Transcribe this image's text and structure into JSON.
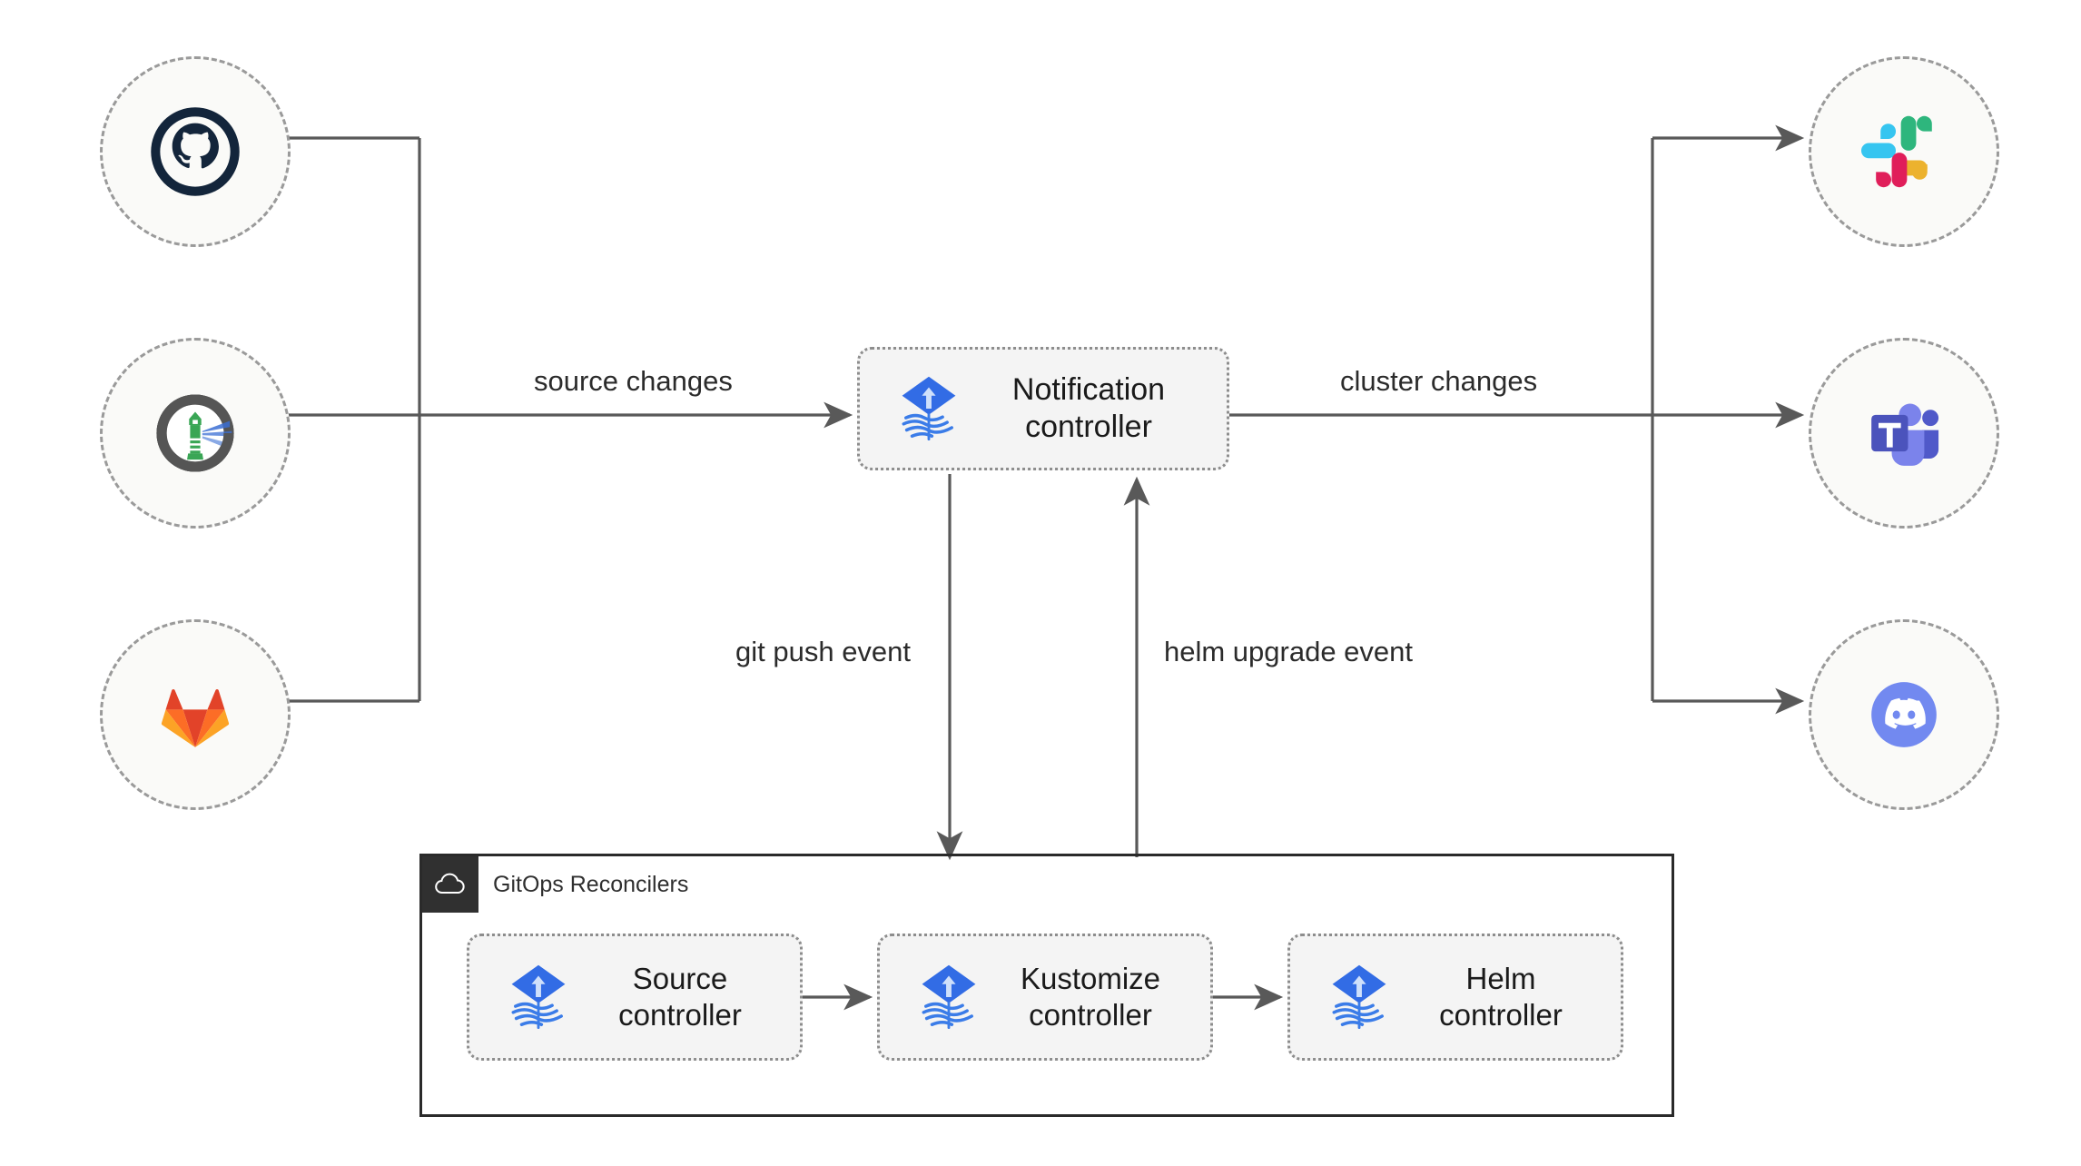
{
  "diagram": {
    "title": "Flux notification controller architecture",
    "background": "#ffffff",
    "colors": {
      "wire": "#595959",
      "node_border": "#9a9a9a",
      "node_fill": "#fafaf8",
      "box_fill": "#f4f4f4",
      "box_border": "#8d8d8d",
      "group_border": "#2a2a2a",
      "group_badge": "#303030",
      "flux_blue": "#326ce5",
      "text": "#1a1a1a"
    }
  },
  "sources": [
    {
      "id": "github",
      "icon": "github-icon",
      "name": "GitHub"
    },
    {
      "id": "helmrepo",
      "icon": "helm-icon",
      "name": "Helm repository"
    },
    {
      "id": "gitlab",
      "icon": "gitlab-icon",
      "name": "GitLab"
    }
  ],
  "destinations": [
    {
      "id": "slack",
      "icon": "slack-icon",
      "name": "Slack"
    },
    {
      "id": "teams",
      "icon": "microsoft-teams-icon",
      "name": "Microsoft Teams"
    },
    {
      "id": "discord",
      "icon": "discord-icon",
      "name": "Discord"
    }
  ],
  "nodes": {
    "notification": {
      "label": "Notification\ncontroller",
      "icon": "flux-icon"
    },
    "source": {
      "label": "Source\ncontroller",
      "icon": "flux-icon"
    },
    "kustomize": {
      "label": "Kustomize\ncontroller",
      "icon": "flux-icon"
    },
    "helm": {
      "label": "Helm\ncontroller",
      "icon": "flux-icon"
    }
  },
  "group": {
    "title": "GitOps Reconcilers",
    "badge_icon": "cloud-icon"
  },
  "edges": {
    "source_changes": "source changes",
    "cluster_changes": "cluster changes",
    "git_push": "git push event",
    "helm_upgrade": "helm upgrade event"
  }
}
